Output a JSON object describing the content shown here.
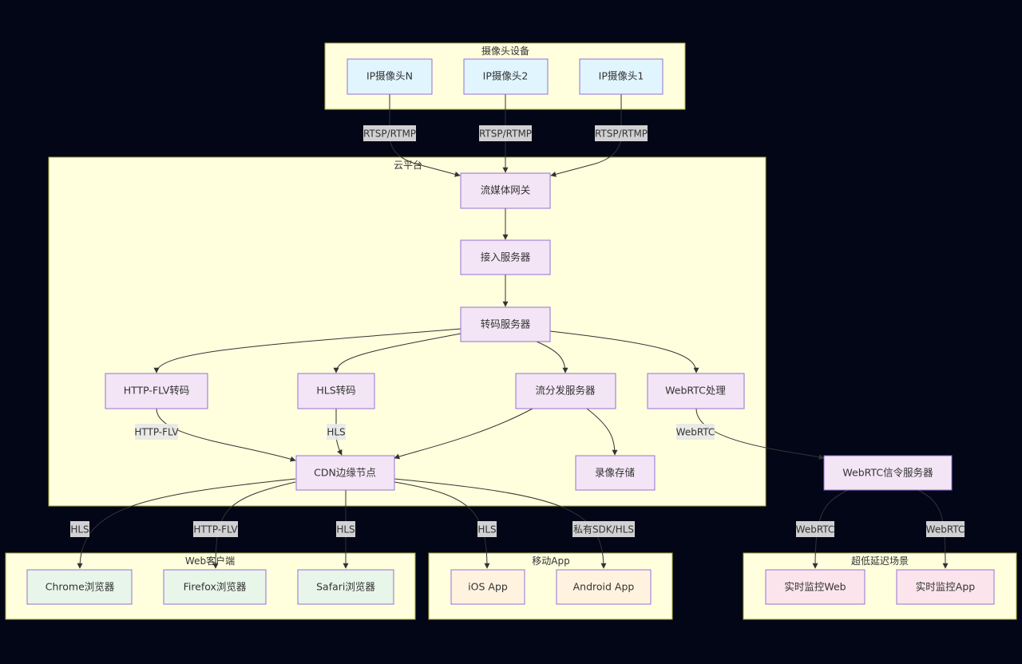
{
  "groups": {
    "cameras": "摄像头设备",
    "cloud": "云平台",
    "web": "Web客户端",
    "mobile": "移动App",
    "ultra": "超低延迟场景"
  },
  "nodes": {
    "cam_n": "IP摄像头N",
    "cam_2": "IP摄像头2",
    "cam_1": "IP摄像头1",
    "gateway": "流媒体网关",
    "access": "接入服务器",
    "transcode": "转码服务器",
    "httpflv": "HTTP-FLV转码",
    "hls": "HLS转码",
    "dist": "流分发服务器",
    "webrtc": "WebRTC处理",
    "cdn": "CDN边缘节点",
    "record": "录像存储",
    "signal": "WebRTC信令服务器",
    "chrome": "Chrome浏览器",
    "firefox": "Firefox浏览器",
    "safari": "Safari浏览器",
    "ios": "iOS App",
    "android": "Android App",
    "monweb": "实时监控Web",
    "monapp": "实时监控App"
  },
  "edge_labels": {
    "rtsp_n": "RTSP/RTMP",
    "rtsp_2": "RTSP/RTMP",
    "rtsp_1": "RTSP/RTMP",
    "httpflv_cdn": "HTTP-FLV",
    "hls_cdn": "HLS",
    "webrtc_signal": "WebRTC",
    "cdn_chrome": "HLS",
    "cdn_firefox": "HTTP-FLV",
    "cdn_safari": "HLS",
    "cdn_ios": "HLS",
    "cdn_android": "私有SDK/HLS",
    "signal_web": "WebRTC",
    "signal_app": "WebRTC"
  },
  "colors": {
    "background": "#020617",
    "group_fill": "#ffffde",
    "group_stroke": "#aaaa33",
    "node_stroke": "#9370db",
    "camera_fill": "#e1f5fe",
    "server_fill": "#f3e5f5",
    "web_fill": "#e8f5e9",
    "mobile_fill": "#fff3e0",
    "ultra_fill": "#fce4ec",
    "edge_label_bg": "#e8e8e8"
  }
}
